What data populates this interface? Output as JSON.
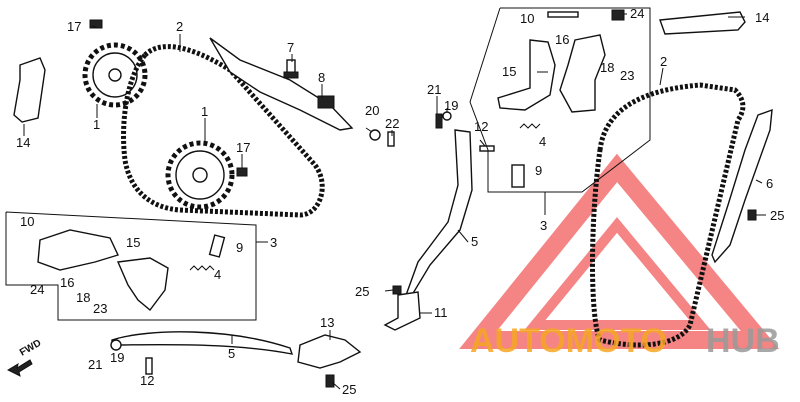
{
  "labels": {
    "l17a": "17",
    "l2a": "2",
    "l1a": "1",
    "l14a": "14",
    "l7": "7",
    "l8": "8",
    "l1b": "1",
    "l17b": "17",
    "l10a": "10",
    "l3a": "3",
    "l15a": "15",
    "l9a": "9",
    "l4a": "4",
    "l16a": "16",
    "l24a": "24",
    "l18a": "18",
    "l23a": "23",
    "l20": "20",
    "l22": "22",
    "l21a": "21",
    "l19a": "19",
    "l12a": "12",
    "l5a": "5",
    "l25a": "25",
    "l11": "11",
    "l10b": "10",
    "l24b": "24",
    "l14b": "14",
    "l16b": "16",
    "l15b": "15",
    "l18b": "18",
    "l23b": "23",
    "l4b": "4",
    "l9b": "9",
    "l3b": "3",
    "l2b": "2",
    "l6": "6",
    "l25b": "25",
    "l13": "13",
    "l5b": "5",
    "l21b": "21",
    "l19b": "19",
    "l12b": "12",
    "l25c": "25"
  },
  "fwd_label": "FWD",
  "watermark": {
    "brand_a": "AUTOMOTO",
    "brand_b": "HUB"
  },
  "colors": {
    "watermark_red": "#f25c5c",
    "watermark_orange": "#f6a623",
    "watermark_gray": "#9a9a9a"
  }
}
